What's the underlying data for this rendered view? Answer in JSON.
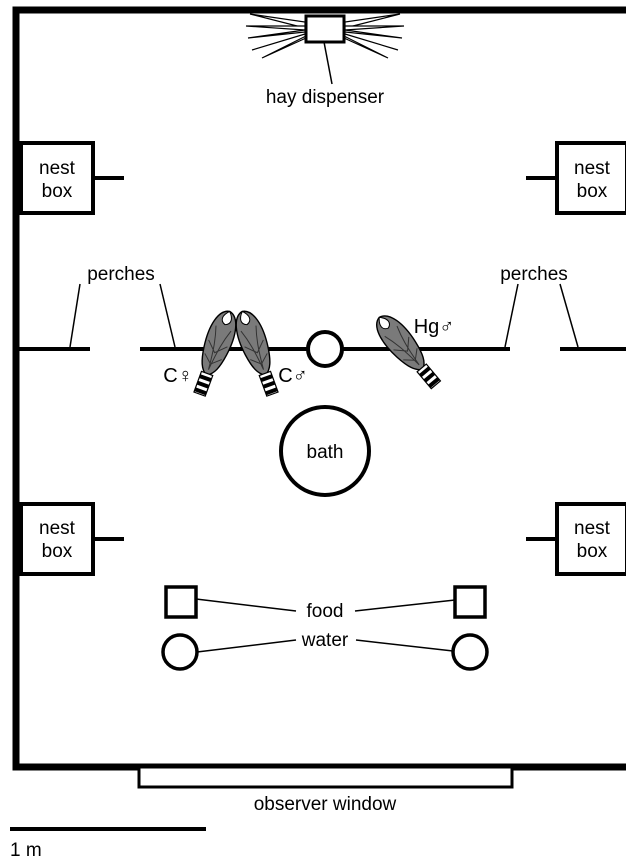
{
  "labels": {
    "hay_dispenser": "hay dispenser",
    "nest_box": "nest\nbox",
    "perches": "perches",
    "bath": "bath",
    "food": "food",
    "water": "water",
    "observer_window": "observer window",
    "scale_bar": "1 m",
    "bird_c_female": "C♀",
    "bird_c_male": "C♂",
    "bird_hg_male": "Hg♂"
  },
  "colors": {
    "line": "#000000",
    "bird_body": "#7a7a7a",
    "bird_tail_light": "#ffffff"
  },
  "icons": [
    "bird-icon",
    "hay-dispenser-icon",
    "nest-box-icon",
    "bath-icon",
    "food-tray-icon",
    "water-dish-icon"
  ]
}
